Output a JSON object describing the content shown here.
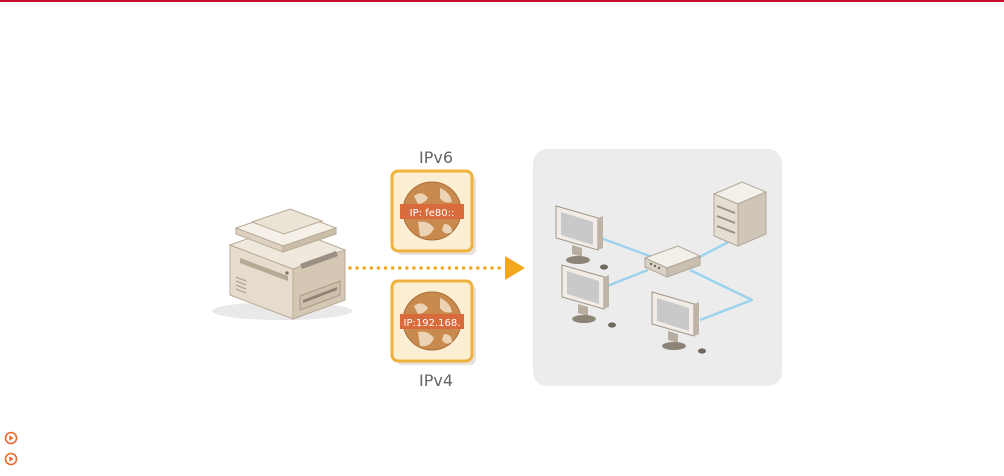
{
  "protocols": {
    "ipv6": {
      "label": "IPv6",
      "address": "IP: fe80::"
    },
    "ipv4": {
      "label": "IPv4",
      "address": "IP:192.168."
    }
  },
  "colors": {
    "accent_red": "#c8102e",
    "arrow_orange": "#f4a81e",
    "card_border": "#f0b23c",
    "card_fill": "#fbeed3",
    "address_tag": "#d86a3c",
    "globe": "#c98a4e",
    "network_panel": "#ececec",
    "cable": "#9bd3ef",
    "device_body": "#e2d8c9",
    "link_bullet": "#e8682d"
  },
  "icons": {
    "device": "multifunction-printer-icon",
    "globe": "globe-icon",
    "arrow": "arrow-right-icon",
    "computer": "computer-monitor-icon",
    "server": "server-icon",
    "hub": "network-hub-icon",
    "bullet": "circle-arrow-right-icon"
  }
}
